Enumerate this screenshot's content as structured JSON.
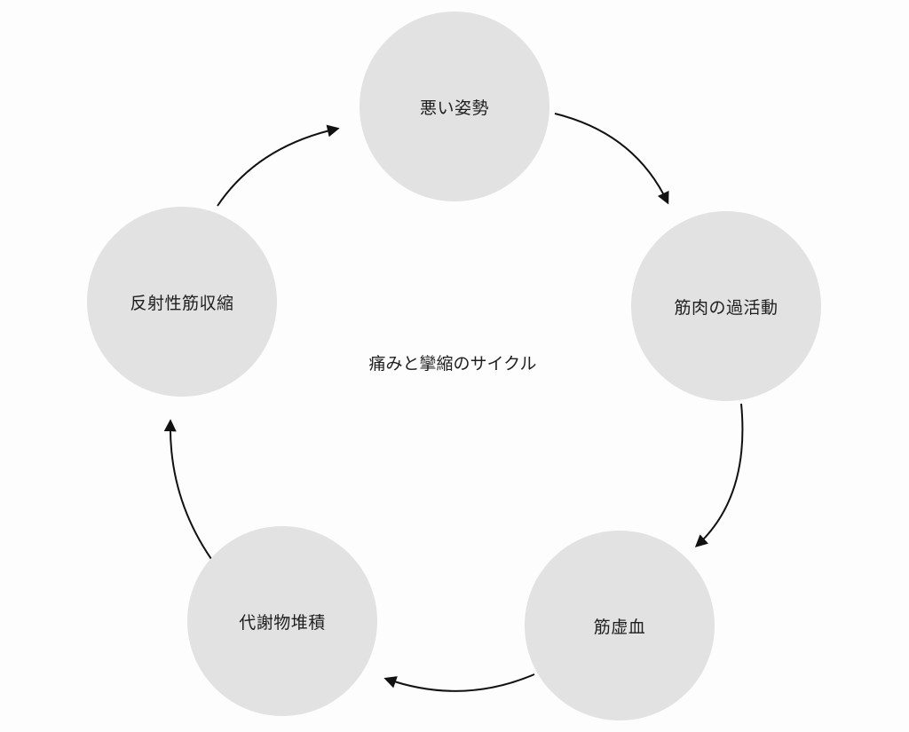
{
  "diagram": {
    "title": "痛みと攣縮のサイクル",
    "nodes": [
      {
        "label": "悪い姿勢"
      },
      {
        "label": "筋肉の過活動"
      },
      {
        "label": "筋虚血"
      },
      {
        "label": "代謝物堆積"
      },
      {
        "label": "反射性筋収縮"
      }
    ],
    "colors": {
      "node_fill": "#e2e2e2",
      "arrow": "#111111",
      "text": "#1e1e1e"
    }
  }
}
